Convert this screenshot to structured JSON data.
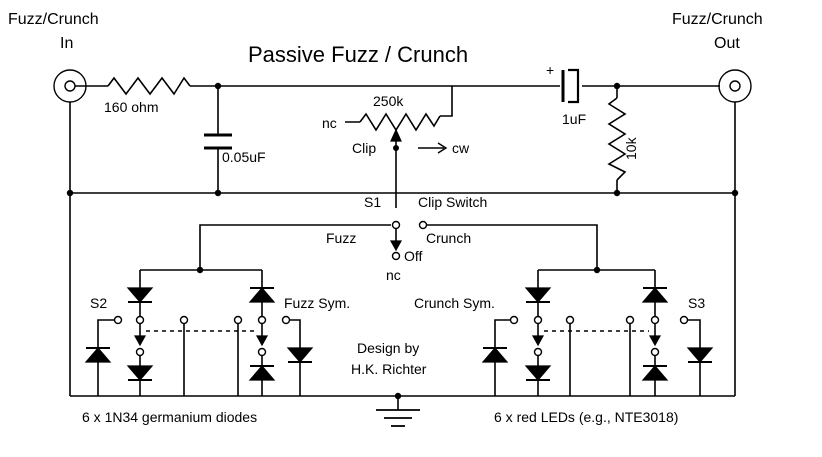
{
  "title": "Passive Fuzz / Crunch",
  "jacks": {
    "input_line1": "Fuzz/Crunch",
    "input_line2": "In",
    "output_line1": "Fuzz/Crunch",
    "output_line2": "Out"
  },
  "components": {
    "r1": "160 ohm",
    "c1": "0.05uF",
    "pot": "250k",
    "pot_nc": "nc",
    "pot_clip": "Clip",
    "pot_cw": "cw",
    "c2_plus": "+",
    "c2": "1uF",
    "r2": "10k"
  },
  "switch": {
    "name": "S1",
    "label": "Clip Switch",
    "fuzz": "Fuzz",
    "crunch": "Crunch",
    "off": "Off",
    "nc": "nc"
  },
  "left_bank": {
    "switch_name": "S2",
    "sym_label": "Fuzz Sym.",
    "caption": "6 x 1N34 germanium diodes"
  },
  "right_bank": {
    "switch_name": "S3",
    "sym_label": "Crunch Sym.",
    "caption": "6 x red LEDs (e.g., NTE3018)"
  },
  "credit": {
    "line1": "Design by",
    "line2": "H.K. Richter"
  }
}
